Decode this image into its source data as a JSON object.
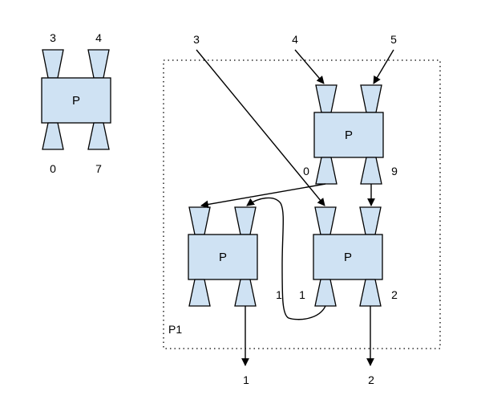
{
  "legend_component": {
    "box_label": "P",
    "input_ports": [
      "3",
      "4"
    ],
    "output_ports": [
      "0",
      "7"
    ]
  },
  "composite": {
    "label": "P1",
    "external_inputs": [
      "3",
      "4",
      "5"
    ],
    "external_outputs": [
      "1",
      "2"
    ],
    "top_node": {
      "box_label": "P",
      "output_port_labels": [
        "0",
        "9"
      ]
    },
    "bottom_left_node": {
      "box_label": "P",
      "output_port_label": "1"
    },
    "bottom_right_node": {
      "box_label": "P",
      "output_port_labels": [
        "1",
        "2"
      ]
    }
  },
  "colors": {
    "component_fill": "#cfe2f3",
    "stroke": "#000000"
  }
}
